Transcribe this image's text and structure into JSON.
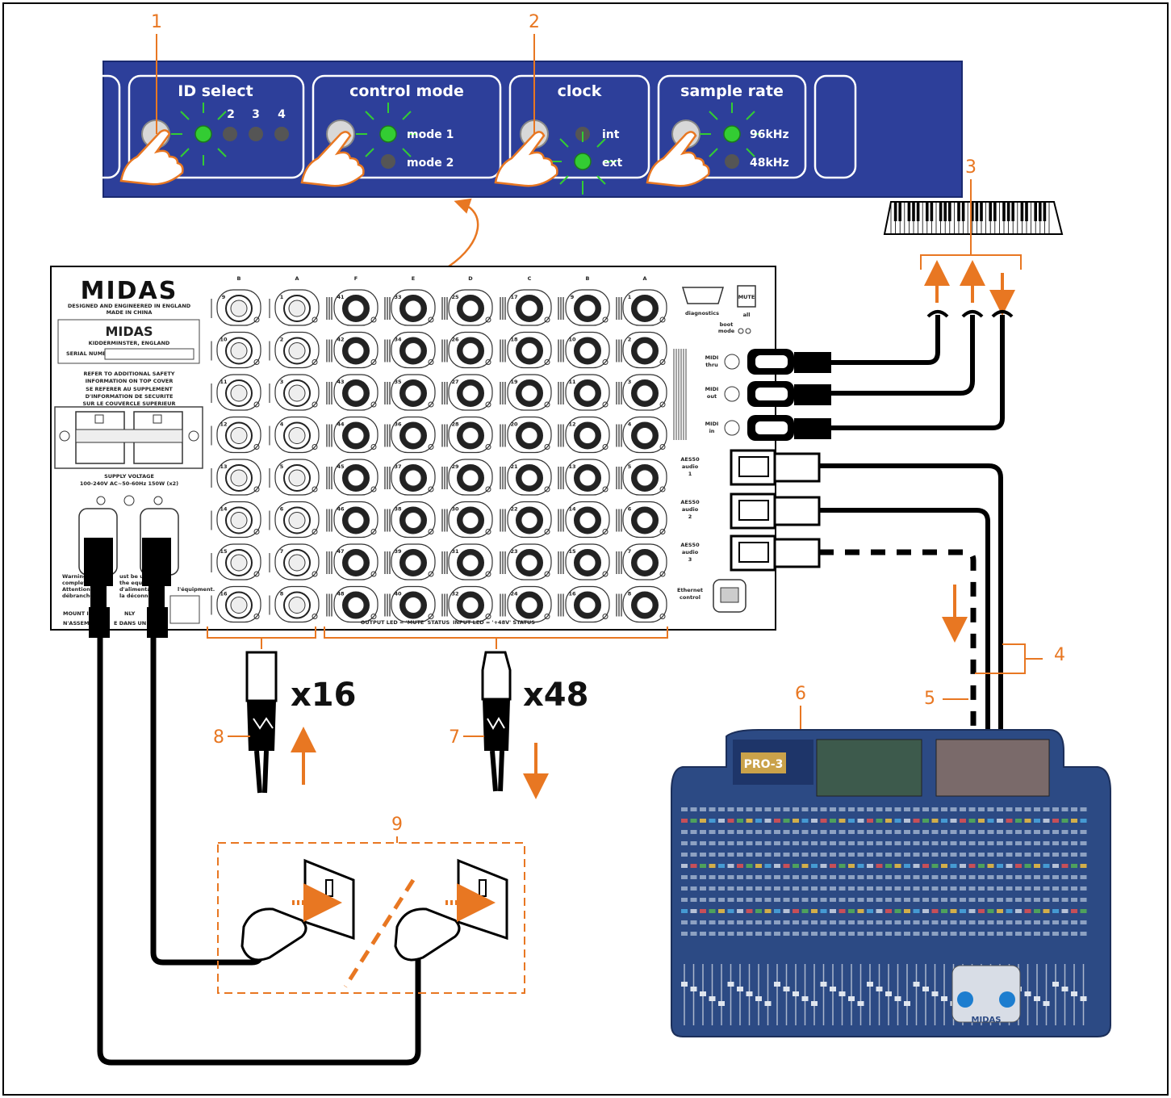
{
  "colors": {
    "accent": "#e87722",
    "panel_blue": "#2d3f9a",
    "led_green": "#33cc33",
    "frame": "#000000"
  },
  "callouts": {
    "c1": "1",
    "c2": "2",
    "c3": "3",
    "c4": "4",
    "c5": "5",
    "c6": "6",
    "c7": "7",
    "c8": "8",
    "c9": "9"
  },
  "panel": {
    "id_select": {
      "title": "ID select",
      "leds": [
        "2",
        "3",
        "4"
      ]
    },
    "control_mode": {
      "title": "control mode",
      "mode1": "mode 1",
      "mode2": "mode 2"
    },
    "clock": {
      "title": "clock",
      "int": "int",
      "ext": "ext"
    },
    "sample_rate": {
      "title": "sample rate",
      "r96": "96kHz",
      "r48": "48kHz"
    }
  },
  "rear": {
    "brand": "MIDAS",
    "designed": "DESIGNED AND ENGINEERED IN ENGLAND",
    "made_in": "MADE IN CHINA",
    "location": "KIDDERMINSTER, ENGLAND",
    "serial": "SERIAL NUMBER",
    "safety1": "REFER TO ADDITIONAL SAFETY",
    "safety2": "INFORMATION ON TOP COVER",
    "safety3": "SE REFERER AU SUPPLEMENT",
    "safety4": "D'INFORMATION DE SECURITE",
    "safety5": "SUR LE COUVERCLE SUPERIEUR",
    "supply1": "SUPPLY VOLTAGE",
    "supply2": "100-240V  AC~50-60Hz 150W (x2)",
    "mount1": "MOUNT IN",
    "mount2": "N'ASSEMB",
    "mount_only": "NLY",
    "mount_dans": "E DANS UN R",
    "warning": "Warning: Ba",
    "warning2": "complete d",
    "warning3": "Attention: L",
    "warning4": "débranché",
    "warn_r1": "ust be unp",
    "warn_r2": "the equipme",
    "warn_r3": "d'alimentatio",
    "warn_r4": "la déconnectio",
    "warn_r5": "l'équipment.",
    "group_out": [
      "B",
      "A"
    ],
    "group_in": [
      "F",
      "E",
      "D",
      "C",
      "B",
      "A"
    ],
    "out_cols": [
      [
        "9",
        "10",
        "11",
        "12",
        "13",
        "14",
        "15",
        "16"
      ],
      [
        "1",
        "2",
        "3",
        "4",
        "5",
        "6",
        "7",
        "8"
      ]
    ],
    "in_cols": [
      [
        "41",
        "42",
        "43",
        "44",
        "45",
        "46",
        "47",
        "48"
      ],
      [
        "33",
        "34",
        "35",
        "36",
        "37",
        "38",
        "39",
        "40"
      ],
      [
        "25",
        "26",
        "27",
        "28",
        "29",
        "30",
        "31",
        "32"
      ],
      [
        "17",
        "18",
        "19",
        "20",
        "21",
        "22",
        "23",
        "24"
      ],
      [
        "9",
        "10",
        "11",
        "12",
        "13",
        "14",
        "15",
        "16"
      ],
      [
        "1",
        "2",
        "3",
        "4",
        "5",
        "6",
        "7",
        "8"
      ]
    ],
    "status_out": "OUTPUT LED = 'MUTE' STATUS",
    "status_in": "INPUT LED = '+48V' STATUS",
    "diagnostics": "diagnostics",
    "mute": "MUTE",
    "all": "all",
    "boot": "boot",
    "boot_mode": "mode",
    "midi_thru": [
      "MIDI",
      "thru"
    ],
    "midi_out": [
      "MIDI",
      "out"
    ],
    "midi_in": [
      "MIDI",
      "in"
    ],
    "aes1": [
      "AES50",
      "audio",
      "1"
    ],
    "aes2": [
      "AES50",
      "audio",
      "2"
    ],
    "aes3": [
      "AES50",
      "audio",
      "3"
    ],
    "ethernet": [
      "Ethernet",
      "control"
    ]
  },
  "multipliers": {
    "out": "x16",
    "in": "x48"
  },
  "console": {
    "badge": "PRO-3",
    "brand": "MIDAS"
  }
}
